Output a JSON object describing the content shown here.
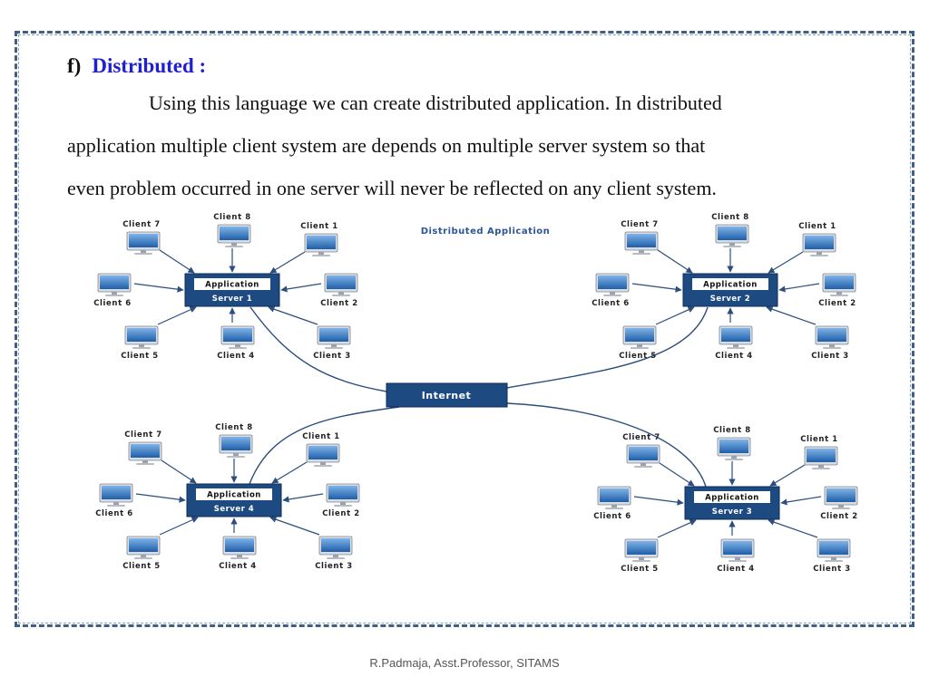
{
  "heading": {
    "marker": "f)",
    "title": "Distributed :"
  },
  "paragraph": {
    "line1": "Using this language we can create distributed application. In distributed",
    "line2": "application multiple client system are depends on multiple server system so that",
    "line3": "even problem occurred in one server will never be reflected on any client system."
  },
  "diagram": {
    "title": "Distributed Application",
    "internet": "Internet",
    "server_top_label": "Application",
    "servers": [
      "Server 1",
      "Server 2",
      "Server 3",
      "Server 4"
    ],
    "clients": [
      "Client 1",
      "Client 2",
      "Client 3",
      "Client 4",
      "Client 5",
      "Client 6",
      "Client 7",
      "Client 8"
    ],
    "colors": {
      "server_box": "#1e4a82",
      "internet_box": "#1e4a82",
      "line": "#2b4e7e"
    }
  },
  "footer": "R.Padmaja, Asst.Professor, SITAMS"
}
